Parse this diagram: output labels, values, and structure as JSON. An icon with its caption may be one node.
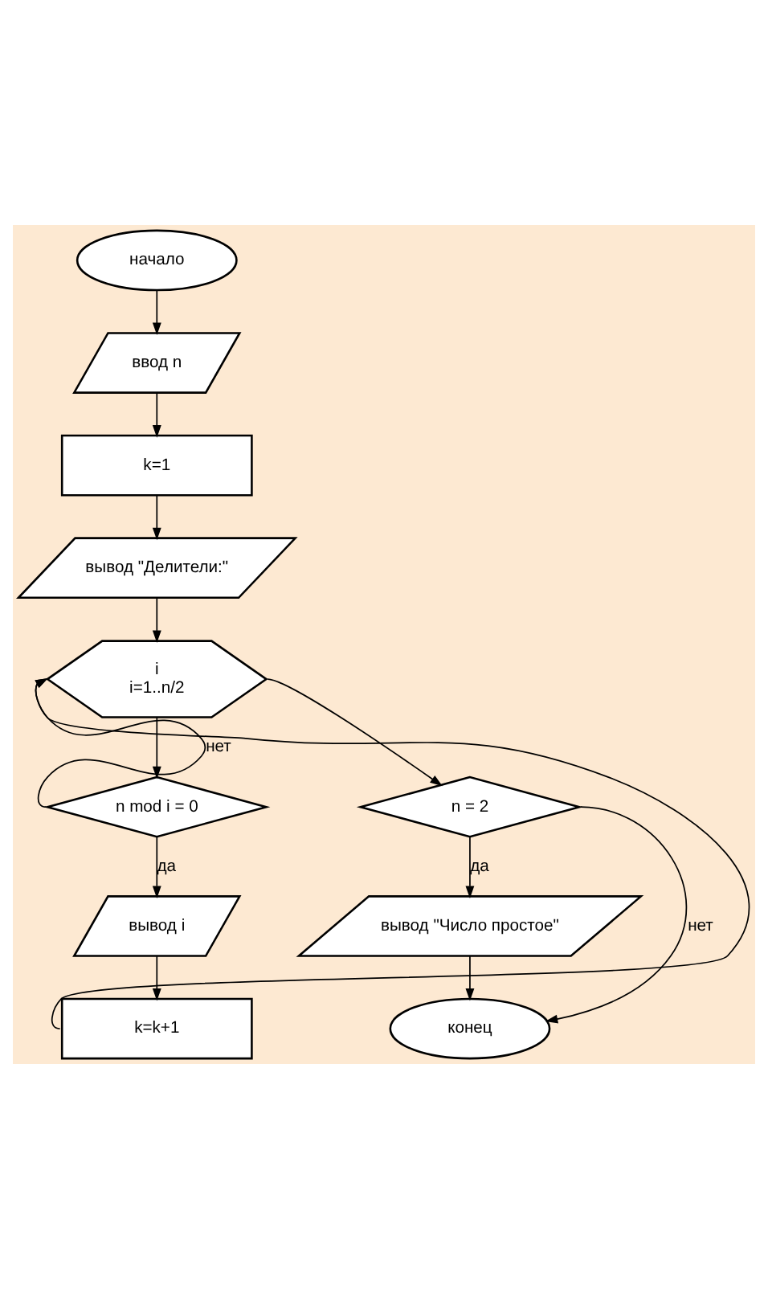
{
  "diagram": {
    "nodes": [
      {
        "text": [
          "начало"
        ]
      },
      {
        "text": [
          "ввод n"
        ]
      },
      {
        "text": [
          "k=1"
        ]
      },
      {
        "text": [
          "вывод \"Делители:\""
        ]
      },
      {
        "text": [
          "i",
          "i=1..n/2"
        ]
      },
      {
        "text": [
          "n mod i = 0"
        ]
      },
      {
        "text": [
          "вывод i"
        ]
      },
      {
        "text": [
          "k=k+1"
        ]
      },
      {
        "text": [
          "n = 2"
        ]
      },
      {
        "text": [
          "вывод \"Число простое\""
        ]
      },
      {
        "text": [
          "конец"
        ]
      }
    ],
    "edges": [
      {
        "from": 0,
        "to": 1,
        "arrow": "to"
      },
      {
        "from": 1,
        "to": 2,
        "arrow": "to"
      },
      {
        "from": 2,
        "to": 3,
        "arrow": "to"
      },
      {
        "from": 3,
        "to": 4,
        "arrow": "to"
      },
      {
        "from": 4,
        "to": 5,
        "arrow": "to"
      },
      {
        "from": 5,
        "to": 6,
        "label": "да",
        "arrow": "to"
      },
      {
        "from": 6,
        "to": 7,
        "arrow": "to"
      },
      {
        "from": 7,
        "to": 4,
        "arrow": "to"
      },
      {
        "from": 5,
        "to": 4,
        "label": "нет",
        "arrow": "to"
      },
      {
        "from": 4,
        "to": 8,
        "arrow": "to"
      },
      {
        "from": 8,
        "to": 9,
        "label": "да",
        "arrow": "to"
      },
      {
        "from": 9,
        "to": 10,
        "arrow": "to"
      },
      {
        "from": 8,
        "to": 10,
        "label": "нет",
        "arrow": "to"
      }
    ]
  }
}
